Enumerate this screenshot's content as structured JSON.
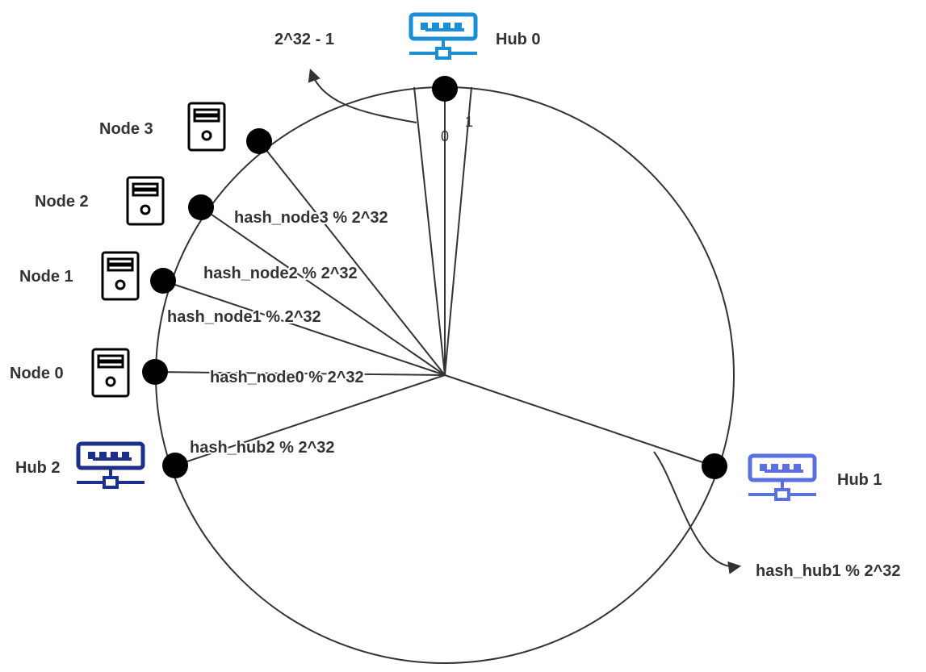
{
  "diagram": {
    "top_label": "2^32 - 1",
    "tick_zero": "0",
    "tick_one": "1",
    "hubs": [
      {
        "label": "Hub 0",
        "hash": "",
        "color": "#1a8fd6"
      },
      {
        "label": "Hub 1",
        "hash": "hash_hub1 % 2^32",
        "color": "#5a6fe0"
      },
      {
        "label": "Hub 2",
        "hash": "hash_hub2 % 2^32",
        "color": "#1c2f8a"
      }
    ],
    "nodes": [
      {
        "label": "Node 0",
        "hash": "hash_node0 % 2^32"
      },
      {
        "label": "Node 1",
        "hash": "hash_node1 % 2^32"
      },
      {
        "label": "Node 2",
        "hash": "hash_node2 % 2^32"
      },
      {
        "label": "Node 3",
        "hash": "hash_node3 % 2^32"
      }
    ],
    "icons": {
      "hub": "network-switch-icon",
      "node": "server-tower-icon"
    }
  }
}
